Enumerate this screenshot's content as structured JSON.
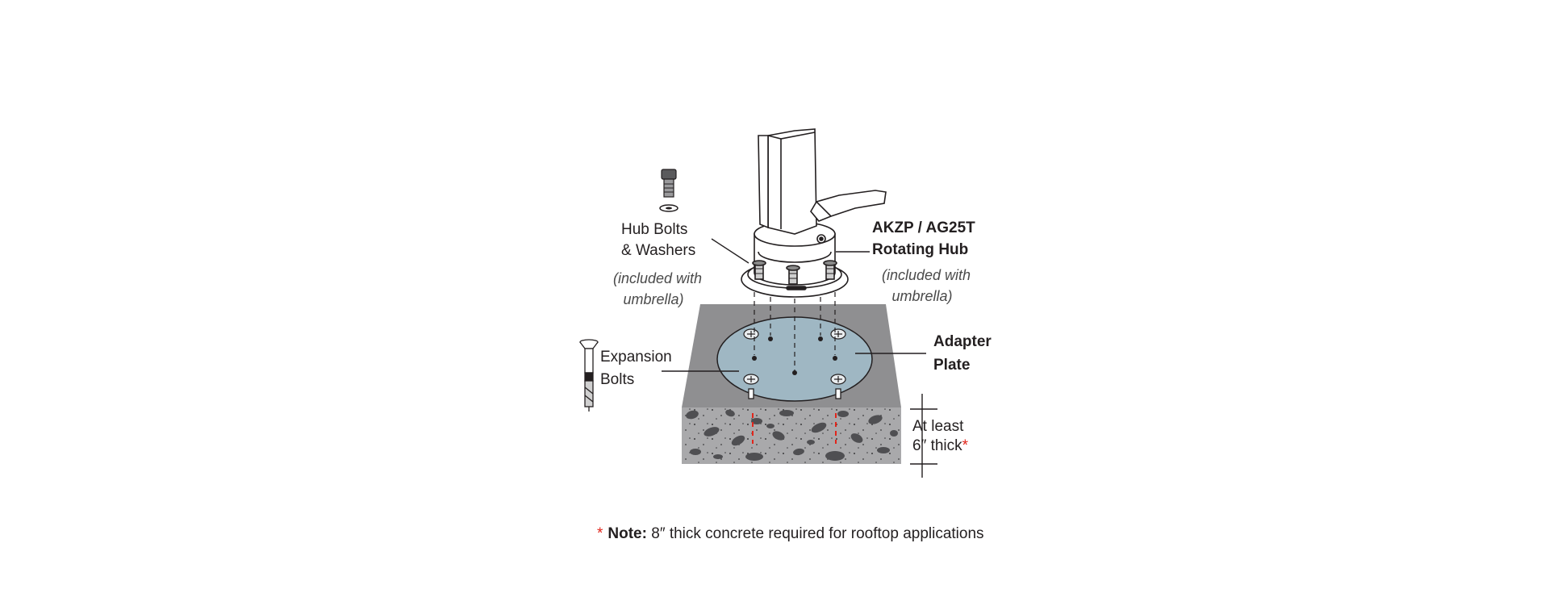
{
  "labels": {
    "hub_bolts_line1": "Hub Bolts",
    "hub_bolts_line2": "& Washers",
    "hub_bolts_note_line1": "(included with",
    "hub_bolts_note_line2": "umbrella)",
    "hub_title_line1": "AKZP / AG25T",
    "hub_title_line2": "Rotating Hub",
    "hub_note_line1": "(included with",
    "hub_note_line2": "umbrella)",
    "expansion_line1": "Expansion",
    "expansion_line2": "Bolts",
    "adapter_line1": "Adapter",
    "adapter_line2": "Plate",
    "thickness_line1": "At least",
    "thickness_line2": "6″ thick",
    "asterisk": "*"
  },
  "footnote": {
    "asterisk": "*",
    "bold": "Note:",
    "text": " 8″ thick concrete required for rooftop applications"
  },
  "colors": {
    "ink": "#231f20",
    "accent_red": "#e1251b",
    "plate_blue": "#9fb7c3",
    "concrete_top": "#8f8f91",
    "concrete_side": "#a9a9ab",
    "stone": "#4f4f52"
  }
}
